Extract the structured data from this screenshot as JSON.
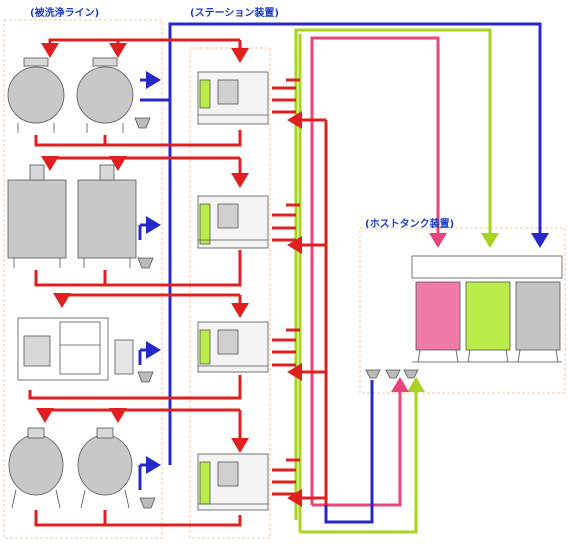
{
  "labels": {
    "cleaned_line": "(被洗浄ライン)",
    "station": "(ステーション装置)",
    "host_tank": "(ホストタンク装置)"
  },
  "colors": {
    "label_text": "#1e3cc8",
    "red_line": "#e02020",
    "blue_line": "#2828c8",
    "pink_line": "#e8457f",
    "lime_line": "#a8d420",
    "pink_tank": "#f07aa8",
    "lime_tank": "#b8ec48",
    "grey_tank": "#c4c4c4",
    "station_green": "#b8ec48",
    "dashed_box": "#f2c8a0",
    "equipment_grey": "#c8c8c8",
    "equipment_outline": "#555555"
  },
  "icons": [
    "tank-icon",
    "pump-icon",
    "valve-icon",
    "arrow-icon"
  ]
}
